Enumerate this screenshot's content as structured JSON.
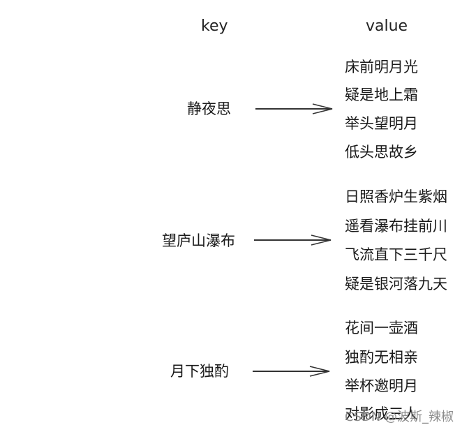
{
  "headers": {
    "key": "key",
    "value": "value"
  },
  "groups": [
    {
      "key": "静夜思",
      "values": [
        "床前明月光",
        "疑是地上霜",
        "举头望明月",
        "低头思故乡"
      ]
    },
    {
      "key": "望庐山瀑布",
      "values": [
        "日照香炉生紫烟",
        "遥看瀑布挂前川",
        "飞流直下三千尺",
        "疑是银河落九天"
      ]
    },
    {
      "key": "月下独酌",
      "values": [
        "花间一壶酒",
        "独酌无相亲",
        "举杯邀明月",
        "对影成三人"
      ]
    }
  ],
  "watermark": "CSDN @波斯_辣椒",
  "colors": {
    "text": "#1a1a1a",
    "arrow": "#333333"
  }
}
